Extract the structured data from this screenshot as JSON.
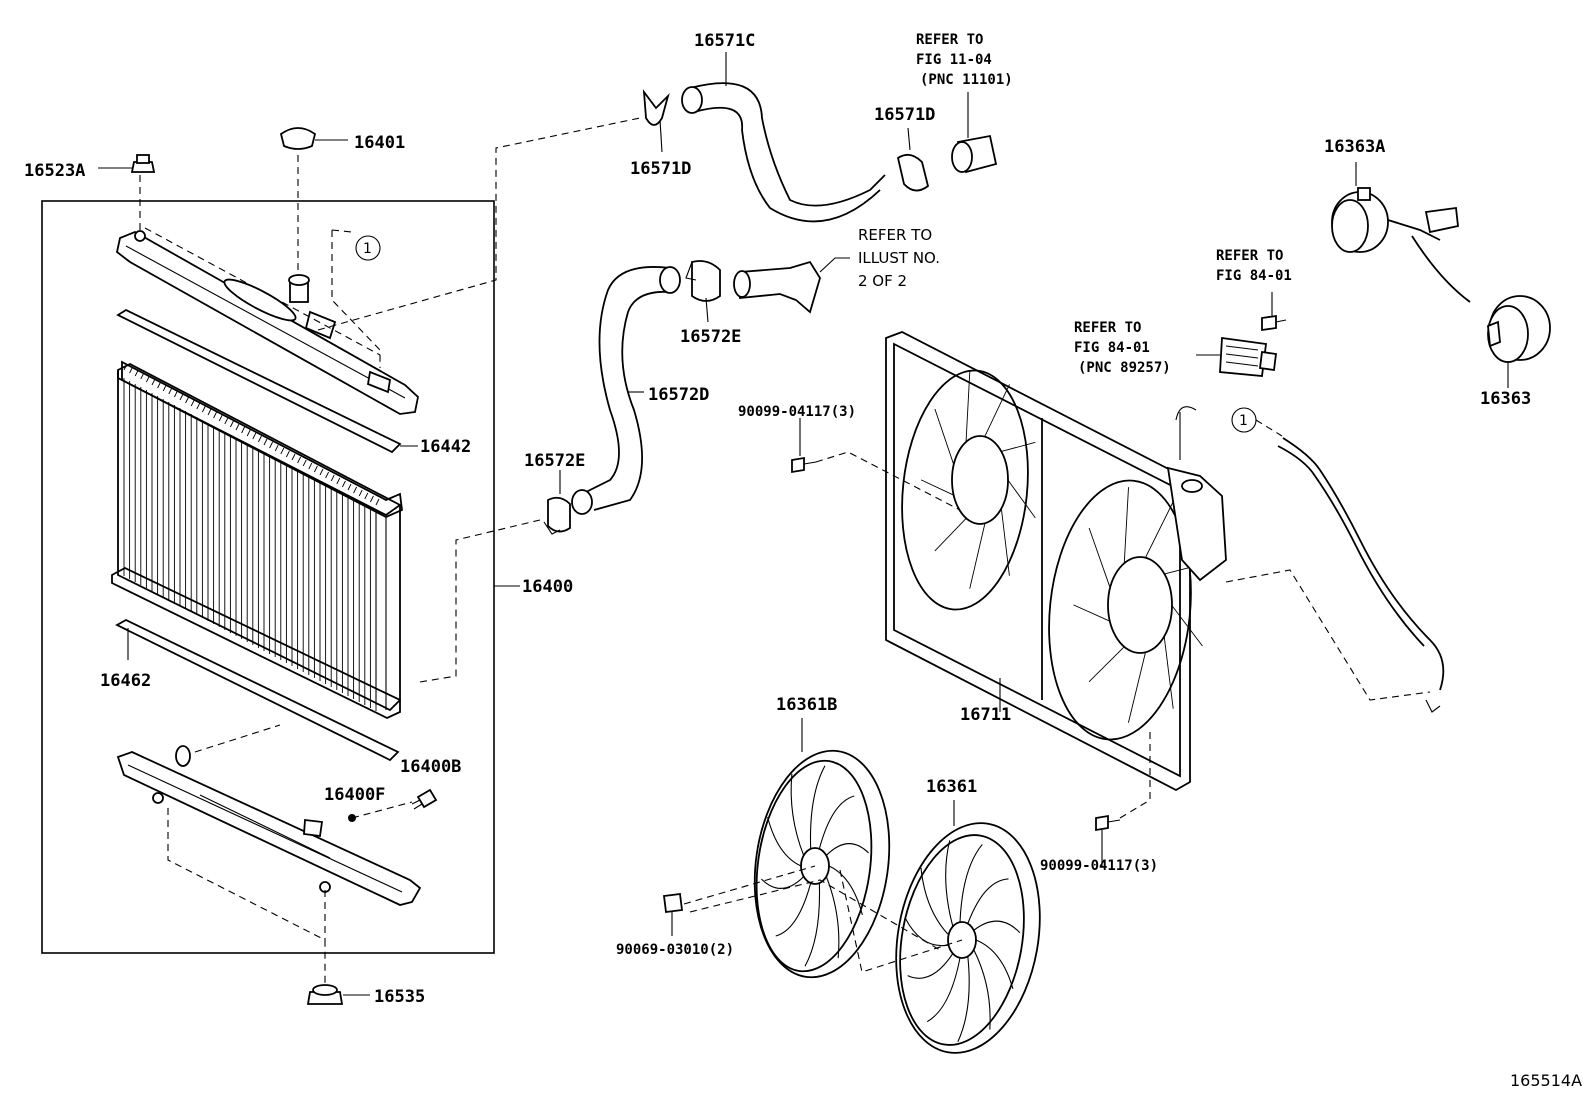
{
  "parts": {
    "p16401": "16401",
    "p16523a": "16523A",
    "p16442": "16442",
    "p16400": "16400",
    "p16462": "16462",
    "p16400b": "16400B",
    "p16400f": "16400F",
    "p16535": "16535",
    "p16571c": "16571C",
    "p16571d_left": "16571D",
    "p16571d_right": "16571D",
    "p16572e_top": "16572E",
    "p16572d": "16572D",
    "p16572e_left": "16572E",
    "p16363a": "16363A",
    "p16363": "16363",
    "p16711": "16711",
    "p16361b": "16361B",
    "p16361": "16361",
    "bolt_upper": "90099-04117(3)",
    "bolt_lower": "90099-04117(3)",
    "nut": "90069-03010(2)"
  },
  "notes": {
    "fig11_l1": "REFER TO",
    "fig11_l2": "FIG 11-04",
    "fig11_l3": "(PNC 11101)",
    "illust_l1": "REFER TO",
    "illust_l2": "ILLUST NO.",
    "illust_l3": "2 OF 2",
    "fig84a_l1": "REFER TO",
    "fig84a_l2": "FIG 84-01",
    "fig84b_l1": "REFER TO",
    "fig84b_l2": "FIG 84-01",
    "fig84b_l3": "(PNC 89257)"
  },
  "callouts": {
    "ref1_left": "1",
    "ref1_right": "1"
  },
  "diagram_code": "165514A"
}
